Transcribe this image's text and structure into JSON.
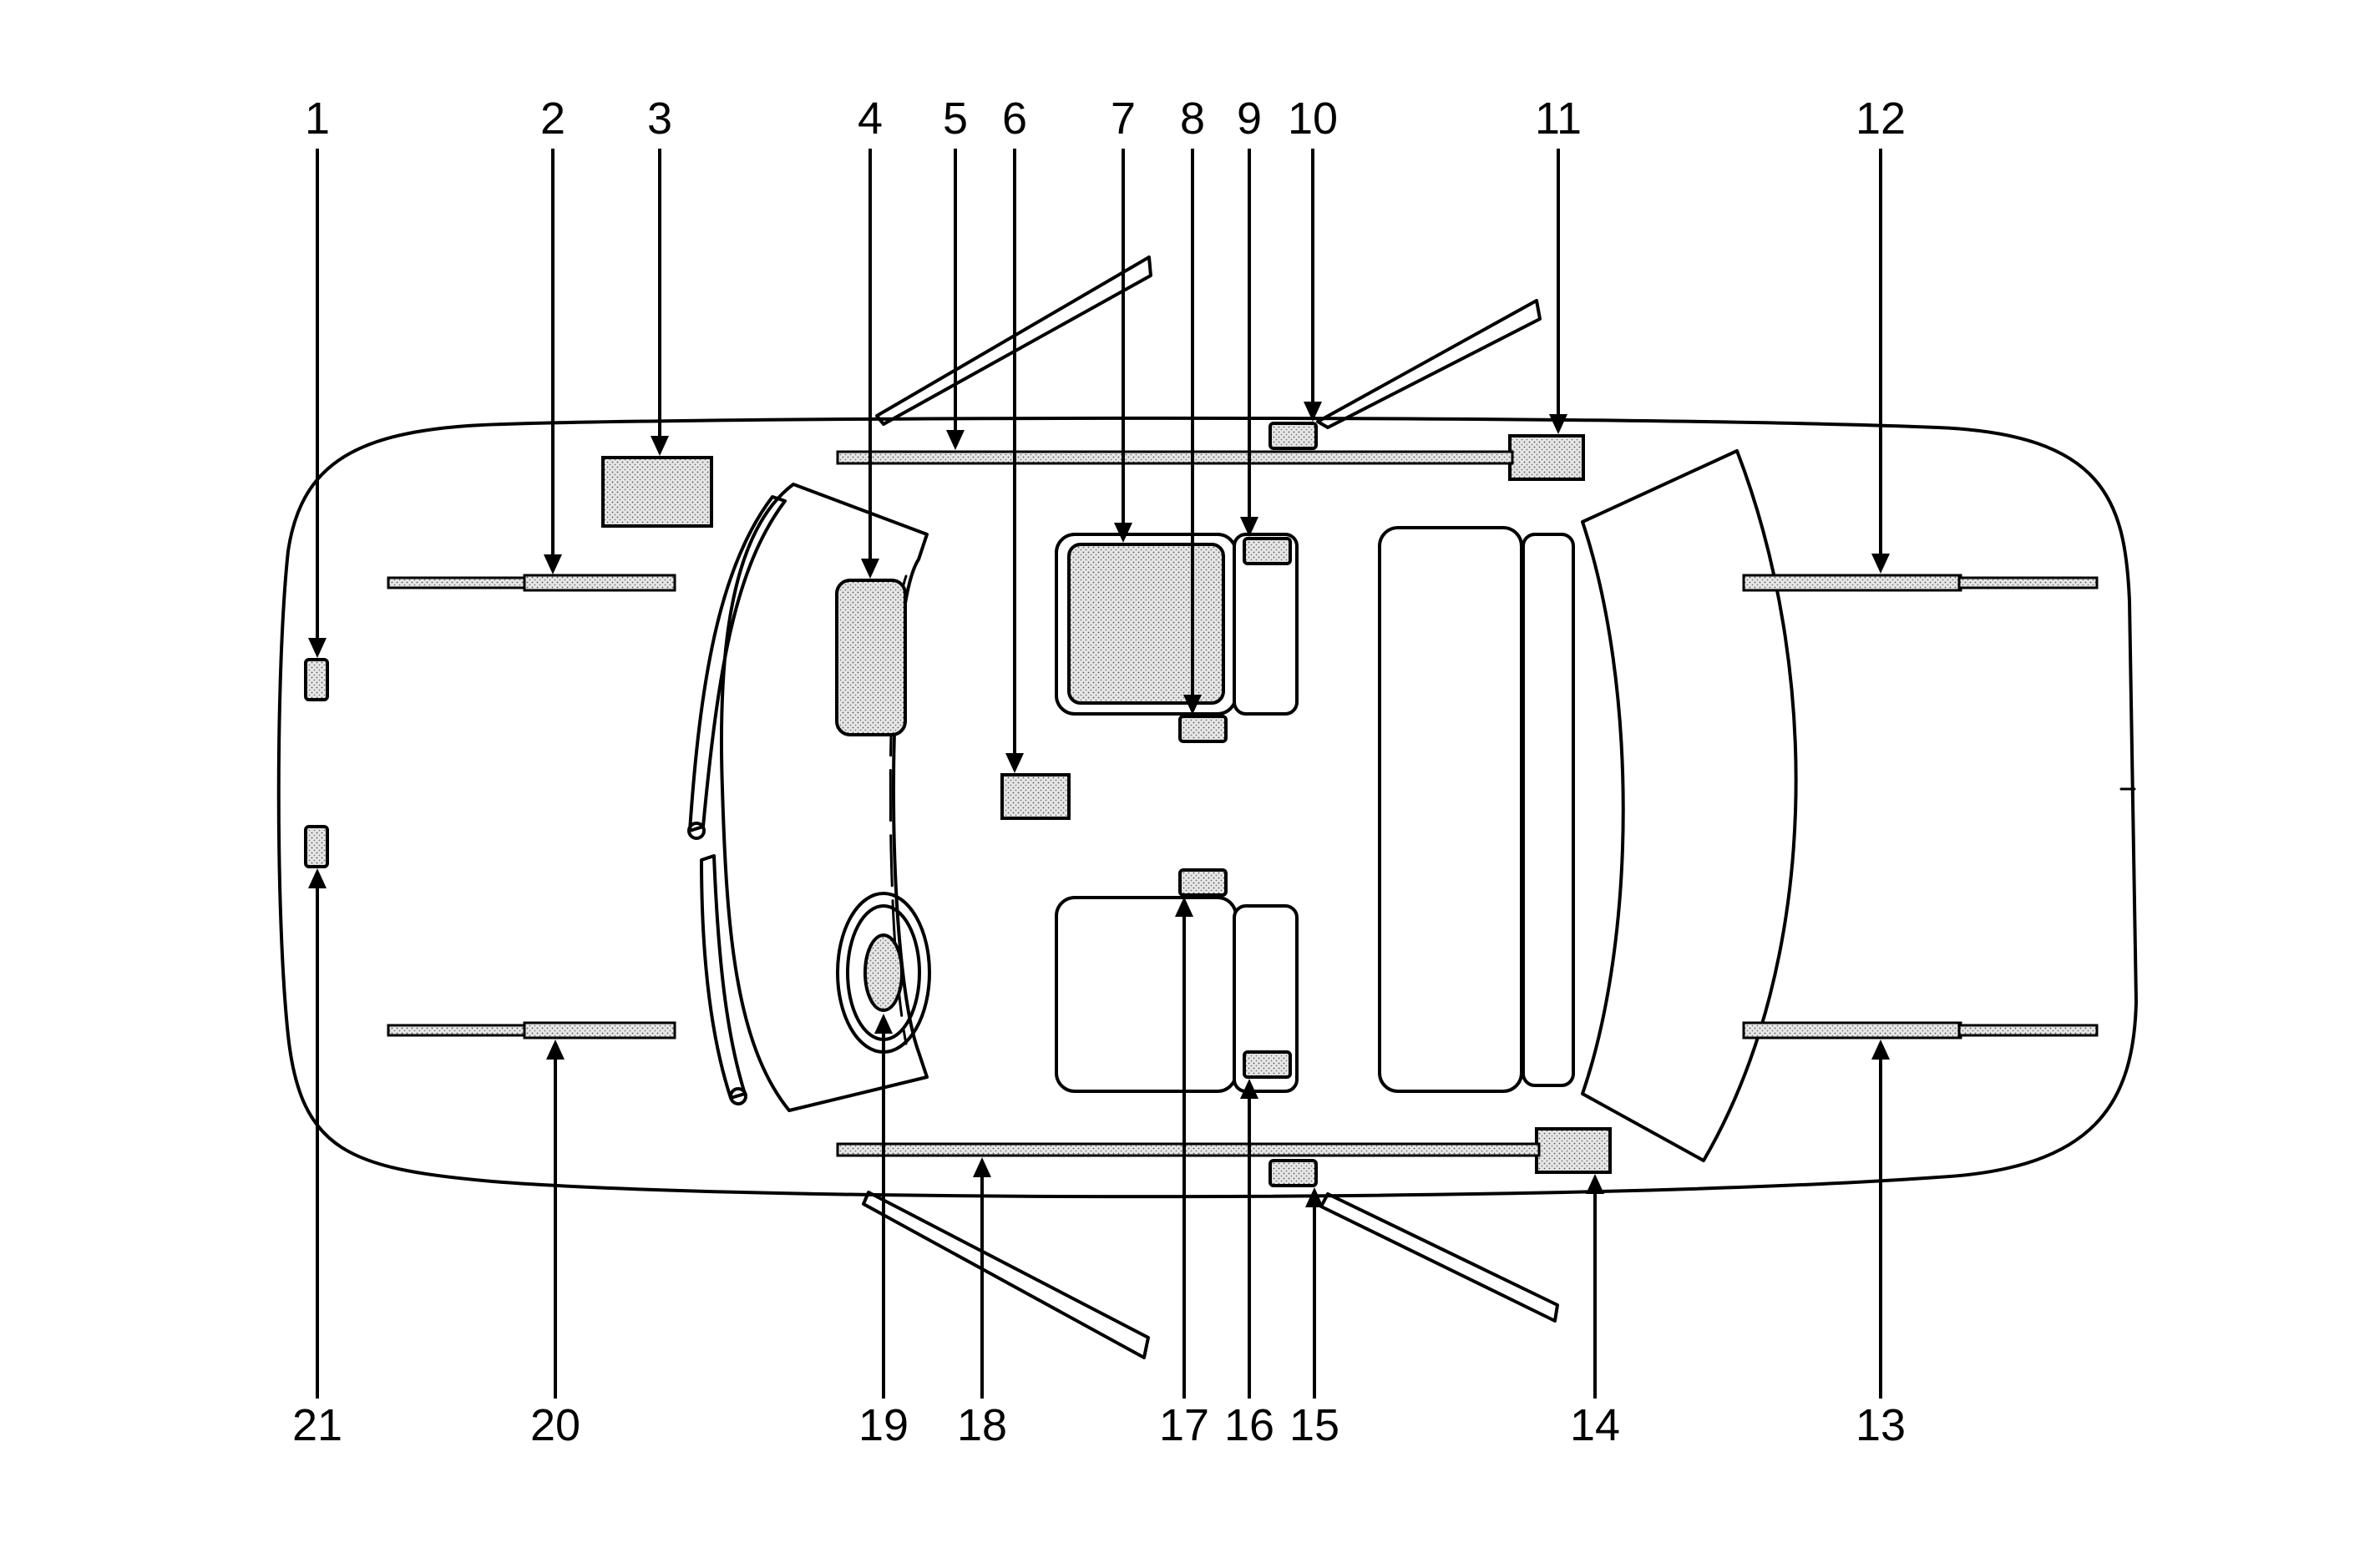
{
  "callouts": {
    "c1": "1",
    "c2": "2",
    "c3": "3",
    "c4": "4",
    "c5": "5",
    "c6": "6",
    "c7": "7",
    "c8": "8",
    "c9": "9",
    "c10": "10",
    "c11": "11",
    "c12": "12",
    "c13": "13",
    "c14": "14",
    "c15": "15",
    "c16": "16",
    "c17": "17",
    "c18": "18",
    "c19": "19",
    "c20": "20",
    "c21": "21"
  },
  "colors": {
    "line": "#000000",
    "fill": "#d9d9d9",
    "background": "#ffffff"
  }
}
